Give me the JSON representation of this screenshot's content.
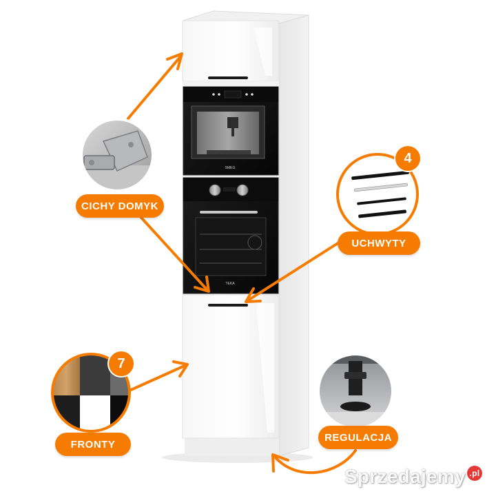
{
  "labels": {
    "hinge": "CICHY DOMYK",
    "handles": "UCHWYTY",
    "fronts": "FRONTY",
    "feet": "REGULACJA"
  },
  "badges": {
    "handles_count": "4",
    "fronts_count": "7"
  },
  "appliance_brands": {
    "coffee_machine": "SMEG",
    "oven": "TEKA"
  },
  "watermark": {
    "text": "Sprzedajemy",
    "tld": ".pl"
  },
  "colors": {
    "accent": "#f57c00",
    "cabinet": "#f4f4f4",
    "appliance": "#111111"
  }
}
